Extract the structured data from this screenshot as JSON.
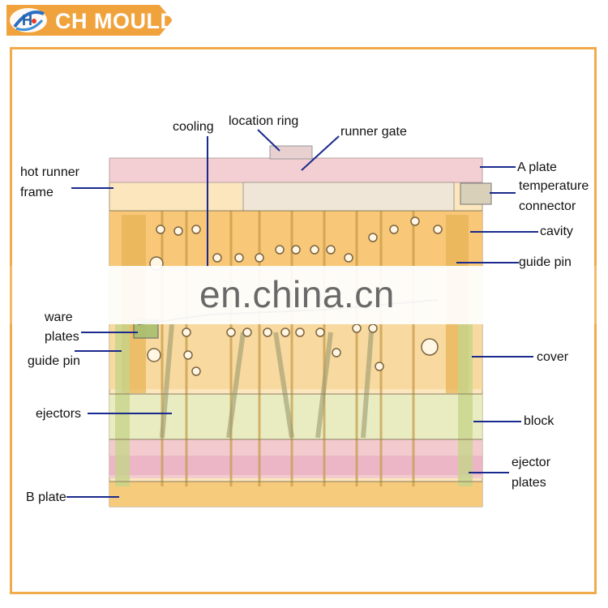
{
  "brand": {
    "name": "CH MOULD"
  },
  "watermark": {
    "text": "en.china.cn"
  },
  "labels": {
    "cooling": "cooling",
    "location_ring": "location ring",
    "runner_gate": "runner gate",
    "hot_runner_frame_1": "hot runner",
    "hot_runner_frame_2": "frame",
    "a_plate": "A plate",
    "temperature": "temperature",
    "connector": "connector",
    "cavity": "cavity",
    "guide_pin_right": "guide pin",
    "ware": "ware",
    "plates": "plates",
    "guide_pin_left": "guide pin",
    "cover": "cover",
    "ejectors": "ejectors",
    "block": "block",
    "ejector": "ejector",
    "ejector_plates": "plates",
    "b_plate": "B plate"
  },
  "colors": {
    "brand_orange": "#f0a33c",
    "frame_border": "#f2ab4b",
    "leader_line": "#1a2a8c",
    "mould_orange": "#f5c56b",
    "mould_pink": "#f0c3c9",
    "mould_green": "#cddc9a"
  },
  "icons": [
    "logo-icon"
  ]
}
